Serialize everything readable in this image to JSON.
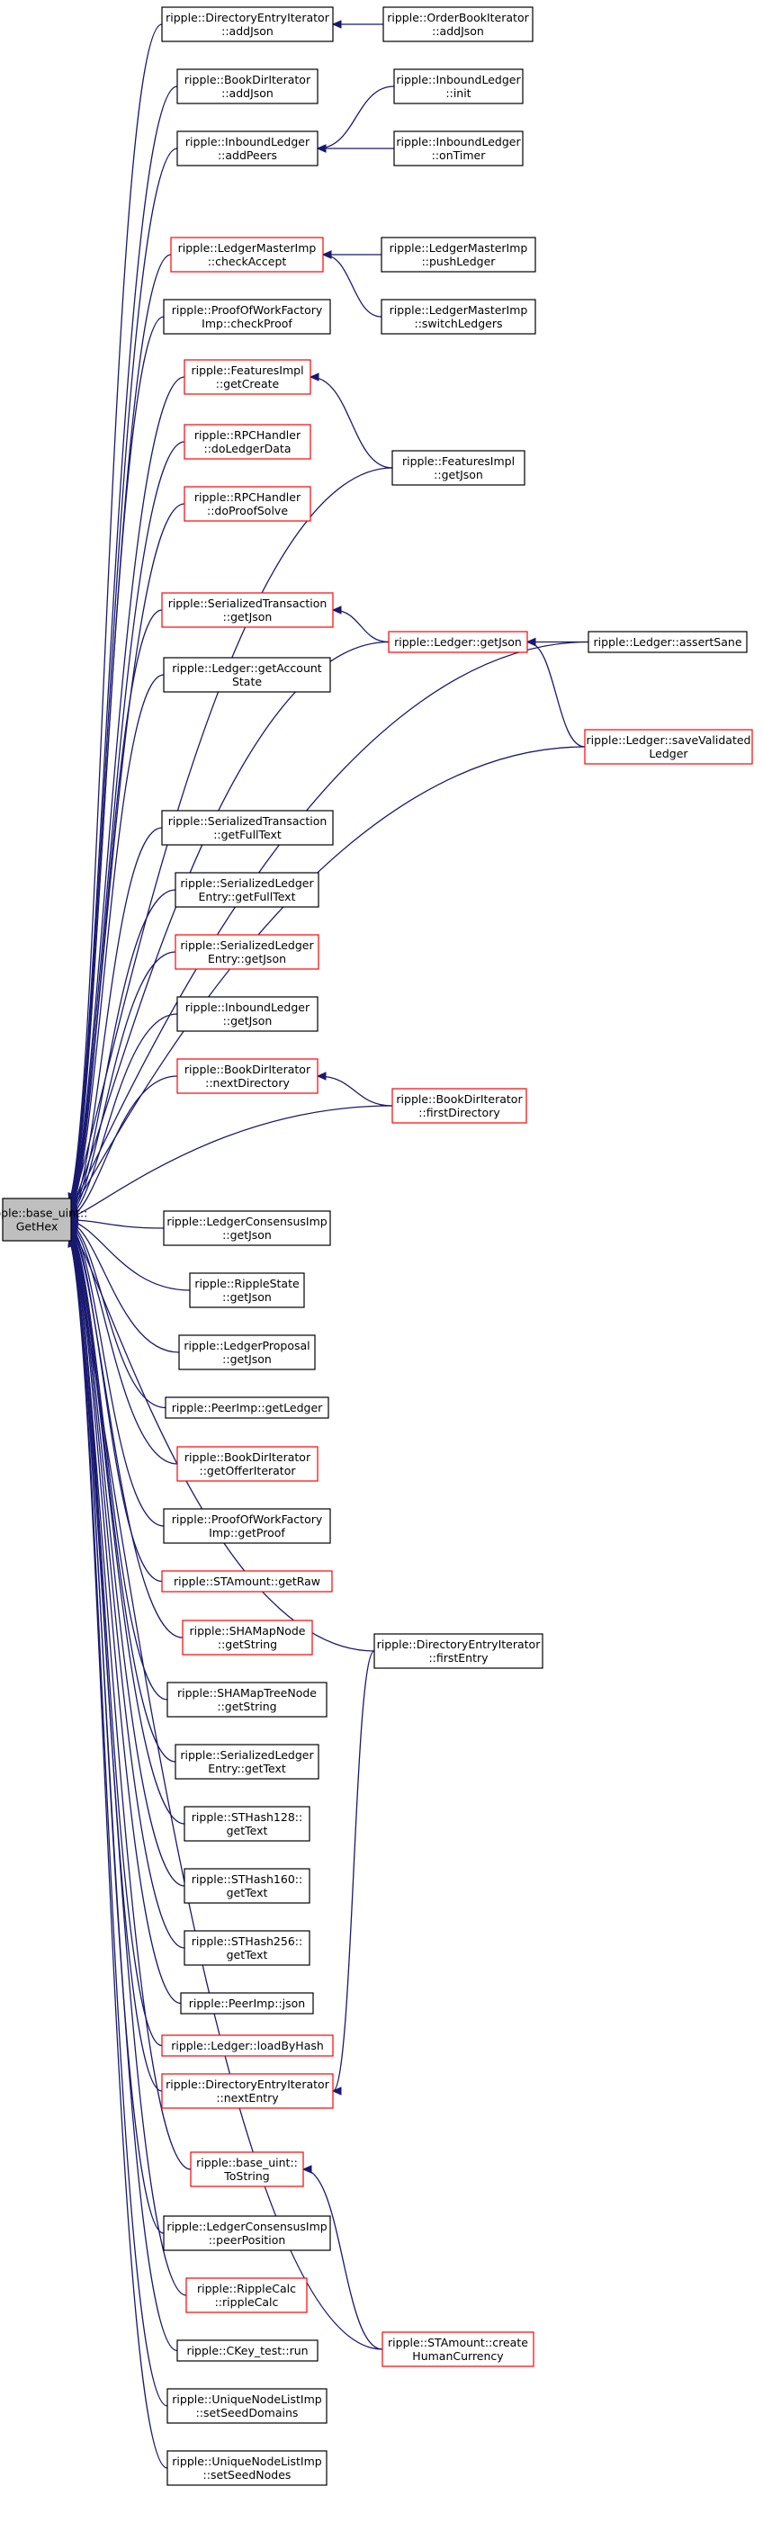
{
  "colors": {
    "edge": "#191970",
    "black_border": "#000000",
    "red_border": "#ff0000",
    "root_fill": "#bfbfbf",
    "node_fill": "#ffffff"
  },
  "graph": {
    "nodes": [
      {
        "id": "root",
        "lines": [
          "ripple::base_uint::",
          "GetHex"
        ],
        "border": "black",
        "root": true
      },
      {
        "id": "dei_addjson",
        "lines": [
          "ripple::DirectoryEntryIterator",
          "::addJson"
        ],
        "border": "black"
      },
      {
        "id": "obi_addjson",
        "lines": [
          "ripple::OrderBookIterator",
          "::addJson"
        ],
        "border": "black"
      },
      {
        "id": "bdi_addjson",
        "lines": [
          "ripple::BookDirIterator",
          "::addJson"
        ],
        "border": "black"
      },
      {
        "id": "il_init",
        "lines": [
          "ripple::InboundLedger",
          "::init"
        ],
        "border": "black"
      },
      {
        "id": "il_addpeers",
        "lines": [
          "ripple::InboundLedger",
          "::addPeers"
        ],
        "border": "black"
      },
      {
        "id": "il_ontimer",
        "lines": [
          "ripple::InboundLedger",
          "::onTimer"
        ],
        "border": "black"
      },
      {
        "id": "lmi_checkaccept",
        "lines": [
          "ripple::LedgerMasterImp",
          "::checkAccept"
        ],
        "border": "red"
      },
      {
        "id": "lmi_pushledger",
        "lines": [
          "ripple::LedgerMasterImp",
          "::pushLedger"
        ],
        "border": "black"
      },
      {
        "id": "lmi_switchledgers",
        "lines": [
          "ripple::LedgerMasterImp",
          "::switchLedgers"
        ],
        "border": "black"
      },
      {
        "id": "pow_checkproof",
        "lines": [
          "ripple::ProofOfWorkFactory",
          "Imp::checkProof"
        ],
        "border": "black"
      },
      {
        "id": "fi_getcreate",
        "lines": [
          "ripple::FeaturesImpl",
          "::getCreate"
        ],
        "border": "red"
      },
      {
        "id": "fi_getjson",
        "lines": [
          "ripple::FeaturesImpl",
          "::getJson"
        ],
        "border": "black"
      },
      {
        "id": "rpc_doledgerdata",
        "lines": [
          "ripple::RPCHandler",
          "::doLedgerData"
        ],
        "border": "red"
      },
      {
        "id": "rpc_doproofsolve",
        "lines": [
          "ripple::RPCHandler",
          "::doProofSolve"
        ],
        "border": "red"
      },
      {
        "id": "st_getjson",
        "lines": [
          "ripple::SerializedTransaction",
          "::getJson"
        ],
        "border": "red"
      },
      {
        "id": "ledger_getjson",
        "lines": [
          "ripple::Ledger::getJson"
        ],
        "border": "red"
      },
      {
        "id": "ledger_assertsane",
        "lines": [
          "ripple::Ledger::assertSane"
        ],
        "border": "black"
      },
      {
        "id": "ledger_getaccountstate",
        "lines": [
          "ripple::Ledger::getAccount",
          "State"
        ],
        "border": "black"
      },
      {
        "id": "ledger_savevalidated",
        "lines": [
          "ripple::Ledger::saveValidated",
          "Ledger"
        ],
        "border": "red"
      },
      {
        "id": "st_getfulltext",
        "lines": [
          "ripple::SerializedTransaction",
          "::getFullText"
        ],
        "border": "black"
      },
      {
        "id": "sle_getfulltext",
        "lines": [
          "ripple::SerializedLedger",
          "Entry::getFullText"
        ],
        "border": "black"
      },
      {
        "id": "sle_getjson",
        "lines": [
          "ripple::SerializedLedger",
          "Entry::getJson"
        ],
        "border": "red"
      },
      {
        "id": "il_getjson",
        "lines": [
          "ripple::InboundLedger",
          "::getJson"
        ],
        "border": "black"
      },
      {
        "id": "bdi_nextdirectory",
        "lines": [
          "ripple::BookDirIterator",
          "::nextDirectory"
        ],
        "border": "red"
      },
      {
        "id": "bdi_firstdirectory",
        "lines": [
          "ripple::BookDirIterator",
          "::firstDirectory"
        ],
        "border": "red"
      },
      {
        "id": "lci_getjson",
        "lines": [
          "ripple::LedgerConsensusImp",
          "::getJson"
        ],
        "border": "black"
      },
      {
        "id": "rs_getjson",
        "lines": [
          "ripple::RippleState",
          "::getJson"
        ],
        "border": "black"
      },
      {
        "id": "lp_getjson",
        "lines": [
          "ripple::LedgerProposal",
          "::getJson"
        ],
        "border": "black"
      },
      {
        "id": "peer_getledger",
        "lines": [
          "ripple::PeerImp::getLedger"
        ],
        "border": "black"
      },
      {
        "id": "bdi_getofferiterator",
        "lines": [
          "ripple::BookDirIterator",
          "::getOfferIterator"
        ],
        "border": "red"
      },
      {
        "id": "pow_getproof",
        "lines": [
          "ripple::ProofOfWorkFactory",
          "Imp::getProof"
        ],
        "border": "black"
      },
      {
        "id": "sta_getraw",
        "lines": [
          "ripple::STAmount::getRaw"
        ],
        "border": "red"
      },
      {
        "id": "smn_getstring",
        "lines": [
          "ripple::SHAMapNode",
          "::getString"
        ],
        "border": "red"
      },
      {
        "id": "dei_firstentry",
        "lines": [
          "ripple::DirectoryEntryIterator",
          "::firstEntry"
        ],
        "border": "black"
      },
      {
        "id": "smtn_getstring",
        "lines": [
          "ripple::SHAMapTreeNode",
          "::getString"
        ],
        "border": "black"
      },
      {
        "id": "sle_gettext",
        "lines": [
          "ripple::SerializedLedger",
          "Entry::getText"
        ],
        "border": "black"
      },
      {
        "id": "sth128_gettext",
        "lines": [
          "ripple::STHash128::",
          "getText"
        ],
        "border": "black"
      },
      {
        "id": "sth160_gettext",
        "lines": [
          "ripple::STHash160::",
          "getText"
        ],
        "border": "black"
      },
      {
        "id": "sth256_gettext",
        "lines": [
          "ripple::STHash256::",
          "getText"
        ],
        "border": "black"
      },
      {
        "id": "peer_json",
        "lines": [
          "ripple::PeerImp::json"
        ],
        "border": "black"
      },
      {
        "id": "ledger_loadbyhash",
        "lines": [
          "ripple::Ledger::loadByHash"
        ],
        "border": "red"
      },
      {
        "id": "dei_nextentry",
        "lines": [
          "ripple::DirectoryEntryIterator",
          "::nextEntry"
        ],
        "border": "red"
      },
      {
        "id": "bu_tostring",
        "lines": [
          "ripple::base_uint::",
          "ToString"
        ],
        "border": "red"
      },
      {
        "id": "lci_peerposition",
        "lines": [
          "ripple::LedgerConsensusImp",
          "::peerPosition"
        ],
        "border": "black"
      },
      {
        "id": "rc_ripplecalc",
        "lines": [
          "ripple::RippleCalc",
          "::rippleCalc"
        ],
        "border": "red"
      },
      {
        "id": "sta_createhumancurrency",
        "lines": [
          "ripple::STAmount::create",
          "HumanCurrency"
        ],
        "border": "red"
      },
      {
        "id": "ckey_run",
        "lines": [
          "ripple::CKey_test::run"
        ],
        "border": "black"
      },
      {
        "id": "unl_setseeddomains",
        "lines": [
          "ripple::UniqueNodeListImp",
          "::setSeedDomains"
        ],
        "border": "black"
      },
      {
        "id": "unl_setseednodes",
        "lines": [
          "ripple::UniqueNodeListImp",
          "::setSeedNodes"
        ],
        "border": "black"
      }
    ],
    "edges": [
      {
        "from": "obi_addjson",
        "to": "dei_addjson"
      },
      {
        "from": "il_init",
        "to": "il_addpeers"
      },
      {
        "from": "il_ontimer",
        "to": "il_addpeers"
      },
      {
        "from": "lmi_pushledger",
        "to": "lmi_checkaccept"
      },
      {
        "from": "lmi_switchledgers",
        "to": "lmi_checkaccept"
      },
      {
        "from": "fi_getjson",
        "to": "fi_getcreate"
      },
      {
        "from": "ledger_getjson",
        "to": "st_getjson"
      },
      {
        "from": "ledger_assertsane",
        "to": "ledger_getjson"
      },
      {
        "from": "ledger_savevalidated",
        "to": "ledger_getjson"
      },
      {
        "from": "bdi_firstdirectory",
        "to": "bdi_nextdirectory"
      },
      {
        "from": "dei_firstentry",
        "to": "dei_nextentry"
      },
      {
        "from": "sta_createhumancurrency",
        "to": "bu_tostring"
      },
      {
        "from": "dei_addjson",
        "to": "root"
      },
      {
        "from": "bdi_addjson",
        "to": "root"
      },
      {
        "from": "il_addpeers",
        "to": "root"
      },
      {
        "from": "ledger_assertsane",
        "to": "root"
      },
      {
        "from": "lmi_checkaccept",
        "to": "root"
      },
      {
        "from": "pow_checkproof",
        "to": "root"
      },
      {
        "from": "fi_getcreate",
        "to": "root"
      },
      {
        "from": "rpc_doledgerdata",
        "to": "root"
      },
      {
        "from": "fi_getjson",
        "to": "root"
      },
      {
        "from": "rpc_doproofsolve",
        "to": "root"
      },
      {
        "from": "st_getjson",
        "to": "root"
      },
      {
        "from": "ledger_getjson",
        "to": "root"
      },
      {
        "from": "ledger_getaccountstate",
        "to": "root"
      },
      {
        "from": "ledger_savevalidated",
        "to": "root"
      },
      {
        "from": "st_getfulltext",
        "to": "root"
      },
      {
        "from": "sle_getfulltext",
        "to": "root"
      },
      {
        "from": "sle_getjson",
        "to": "root"
      },
      {
        "from": "il_getjson",
        "to": "root"
      },
      {
        "from": "bdi_nextdirectory",
        "to": "root"
      },
      {
        "from": "bdi_firstdirectory",
        "to": "root"
      },
      {
        "from": "dei_firstentry",
        "to": "root"
      },
      {
        "from": "lci_getjson",
        "to": "root"
      },
      {
        "from": "rs_getjson",
        "to": "root"
      },
      {
        "from": "lp_getjson",
        "to": "root"
      },
      {
        "from": "peer_getledger",
        "to": "root"
      },
      {
        "from": "bdi_getofferiterator",
        "to": "root"
      },
      {
        "from": "pow_getproof",
        "to": "root"
      },
      {
        "from": "sta_getraw",
        "to": "root"
      },
      {
        "from": "smn_getstring",
        "to": "root"
      },
      {
        "from": "smtn_getstring",
        "to": "root"
      },
      {
        "from": "sle_gettext",
        "to": "root"
      },
      {
        "from": "sth128_gettext",
        "to": "root"
      },
      {
        "from": "sth160_gettext",
        "to": "root"
      },
      {
        "from": "sth256_gettext",
        "to": "root"
      },
      {
        "from": "peer_json",
        "to": "root"
      },
      {
        "from": "ledger_loadbyhash",
        "to": "root"
      },
      {
        "from": "dei_nextentry",
        "to": "root"
      },
      {
        "from": "bu_tostring",
        "to": "root"
      },
      {
        "from": "lci_peerposition",
        "to": "root"
      },
      {
        "from": "rc_ripplecalc",
        "to": "root"
      },
      {
        "from": "sta_createhumancurrency",
        "to": "root"
      },
      {
        "from": "ckey_run",
        "to": "root"
      },
      {
        "from": "unl_setseeddomains",
        "to": "root"
      },
      {
        "from": "unl_setseednodes",
        "to": "root"
      }
    ]
  }
}
